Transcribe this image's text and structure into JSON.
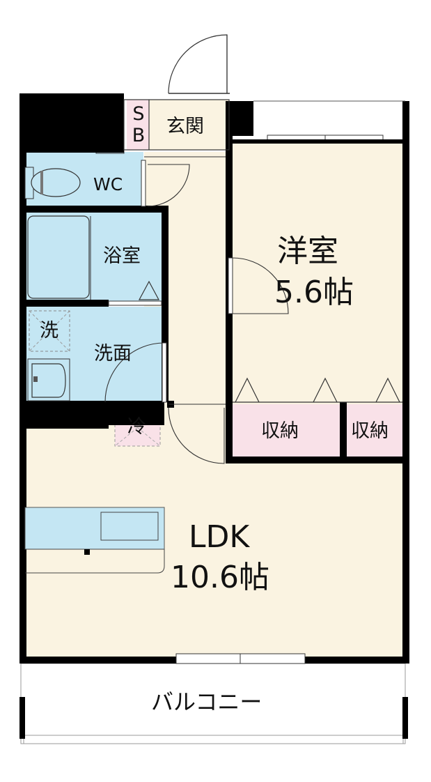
{
  "floorplan": {
    "rooms": {
      "western_room": {
        "name": "洋室",
        "size": "5.6帖"
      },
      "ldk": {
        "name": "LDK",
        "size": "10.6帖"
      },
      "entrance": "玄関",
      "shoe_box": "SB",
      "toilet": "WC",
      "bathroom": "浴室",
      "washroom": "洗面",
      "laundry": "洗",
      "fridge": "冷",
      "storage_1": "収納",
      "storage_2": "収納",
      "balcony": "バルコニー"
    },
    "colors": {
      "wall": "#000000",
      "floor_living": "#faf3e1",
      "wet_area": "#c4e6f3",
      "storage": "#f9e1e8",
      "balcony": "#ffffff"
    }
  }
}
